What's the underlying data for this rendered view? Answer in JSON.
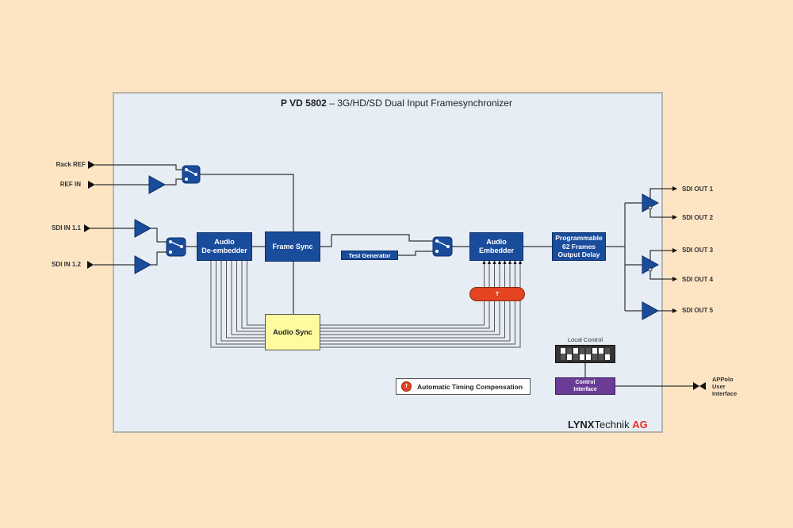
{
  "title": {
    "model": "P VD 5802",
    "separator": " – ",
    "subtitle": "3G/HD/SD Dual Input Framesynchronizer"
  },
  "inputs": {
    "rack_ref": "Rack REF",
    "ref_in": "REF IN",
    "sdi_in_1": "SDI IN 1.1",
    "sdi_in_2": "SDI IN 1.2"
  },
  "blocks": {
    "audio_deembedder": [
      "Audio",
      "De-embedder"
    ],
    "frame_sync": "Frame Sync",
    "test_generator": "Test Generator",
    "audio_embedder": [
      "Audio",
      "Embedder"
    ],
    "output_delay": [
      "Programmable",
      "62 Frames",
      "Output Delay"
    ],
    "audio_sync": "Audio Sync",
    "timing_marker": "T",
    "local_control": "Local Control",
    "control_interface": [
      "Control",
      "Interface"
    ]
  },
  "outputs": [
    "SDI OUT 1",
    "SDI OUT 2",
    "SDI OUT 3",
    "SDI OUT 4",
    "SDI OUT 5"
  ],
  "external": {
    "apollo": [
      "APPolo",
      "User",
      "Interface"
    ]
  },
  "legend": {
    "icon_letter": "T",
    "text": "Automatic Timing Compensation"
  },
  "brand": {
    "bold": "LYNX",
    "regular": "Technik ",
    "accent": "AG"
  },
  "audio_channels": 8,
  "dip_switches": [
    "up",
    "down",
    "up",
    "down",
    "down",
    "up",
    "up",
    "down"
  ],
  "colors": {
    "block": "#1a4c9c",
    "audio_sync": "#fdfaa0",
    "timing": "#e44422",
    "control": "#6a3c96",
    "brand_accent": "#e33222"
  }
}
